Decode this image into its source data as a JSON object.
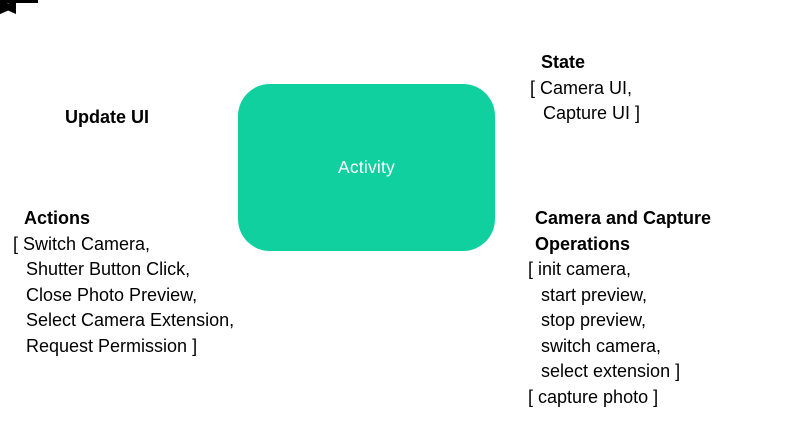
{
  "activity": {
    "label": "Activity"
  },
  "colors": {
    "box_fill": "#11d0a0",
    "box_text": "#ffffff",
    "line": "#000000",
    "text": "#000000",
    "background": "#ffffff"
  },
  "left": {
    "update_ui_label": "Update UI",
    "actions": {
      "title": "Actions",
      "items": [
        "[ Switch Camera,",
        "Shutter Button Click,",
        "Close Photo Preview,",
        "Select Camera Extension,",
        "Request Permission ]"
      ]
    }
  },
  "right": {
    "state": {
      "title": "State",
      "items": [
        "[ Camera UI,",
        "Capture UI ]"
      ]
    },
    "camera_ops": {
      "title_lines": [
        "Camera and Capture",
        "Operations"
      ],
      "items": [
        "[ init camera,",
        "start preview,",
        "stop preview,",
        "switch camera,",
        "select extension ]",
        "[ capture photo ]"
      ]
    }
  }
}
